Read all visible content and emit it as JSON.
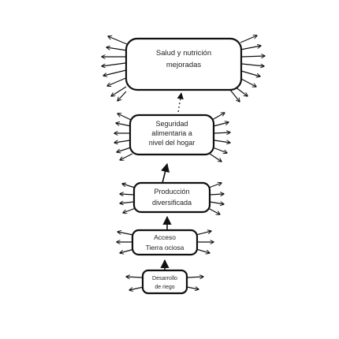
{
  "diagram": {
    "nodes": [
      {
        "id": "salud",
        "lines": [
          "Salud y nutrición",
          "mejoradas"
        ]
      },
      {
        "id": "seguridad",
        "lines": [
          "Seguridad",
          "alimentaria a",
          "nivel del hogar"
        ]
      },
      {
        "id": "produccion",
        "lines": [
          "Producción",
          "diversificada"
        ]
      },
      {
        "id": "acceso",
        "lines": [
          "Acceso",
          "Tierra ociosa"
        ]
      },
      {
        "id": "desarrollo",
        "lines": [
          "Desarrollo",
          "de riego"
        ]
      }
    ],
    "edges": [
      {
        "from": "desarrollo",
        "to": "acceso",
        "style": "solid"
      },
      {
        "from": "acceso",
        "to": "produccion",
        "style": "solid"
      },
      {
        "from": "produccion",
        "to": "seguridad",
        "style": "solid"
      },
      {
        "from": "seguridad",
        "to": "salud",
        "style": "dashed"
      }
    ],
    "colors": {
      "stroke": "#111111",
      "text": "#222222",
      "background": "#ffffff"
    }
  }
}
